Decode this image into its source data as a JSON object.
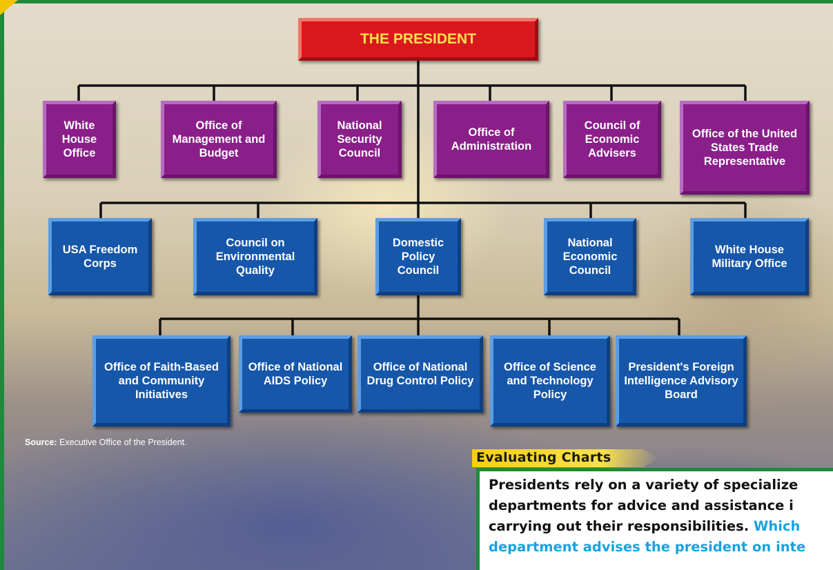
{
  "president": "THE PRESIDENT",
  "row1": [
    "White House Office",
    "Office of Management and Budget",
    "National Security Council",
    "Office of Administration",
    "Council of Economic Advisers",
    "Office of the United States Trade Representative"
  ],
  "row2": [
    "USA Freedom Corps",
    "Council on Environmental Quality",
    "Domestic Policy Council",
    "National Economic Council",
    "White House Military Office"
  ],
  "row3": [
    "Office of Faith-Based and Community Initiatives",
    "Office of National AIDS Policy",
    "Office of National Drug Control Policy",
    "Office of Science and Technology Policy",
    "President's Foreign Intelligence Advisory Board"
  ],
  "source": {
    "label": "Source:",
    "text": " Executive Office of the President."
  },
  "evaluating": {
    "title": "Evaluating Charts",
    "line1": "Presidents rely on a variety of specialize",
    "line2": "departments for advice and assistance i",
    "line3_a": "carrying out their responsibilities. ",
    "line3_b": "Which",
    "line4": "department advises the president on inte"
  },
  "colors": {
    "frame": "#1e8a3c",
    "purple": "#8a1f8a",
    "blue": "#1657a9",
    "red": "#d9181e",
    "question": "#18a3e0"
  }
}
